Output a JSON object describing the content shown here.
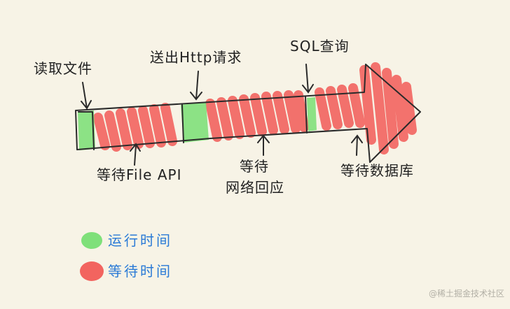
{
  "labels": {
    "read_file": "读取文件",
    "send_http": "送出Http请求",
    "sql_query": "SQL查询",
    "wait_file_api": "等待File API",
    "wait_network_line1": "等待",
    "wait_network_line2": "网络回应",
    "wait_database": "等待数据库"
  },
  "legend": {
    "running": "运行时间",
    "waiting": "等待时间"
  },
  "colors": {
    "running": "#7fe07a",
    "waiting": "#f2645f",
    "legend_text": "#2a7ad6"
  },
  "watermark": "@稀土掘金技术社区"
}
